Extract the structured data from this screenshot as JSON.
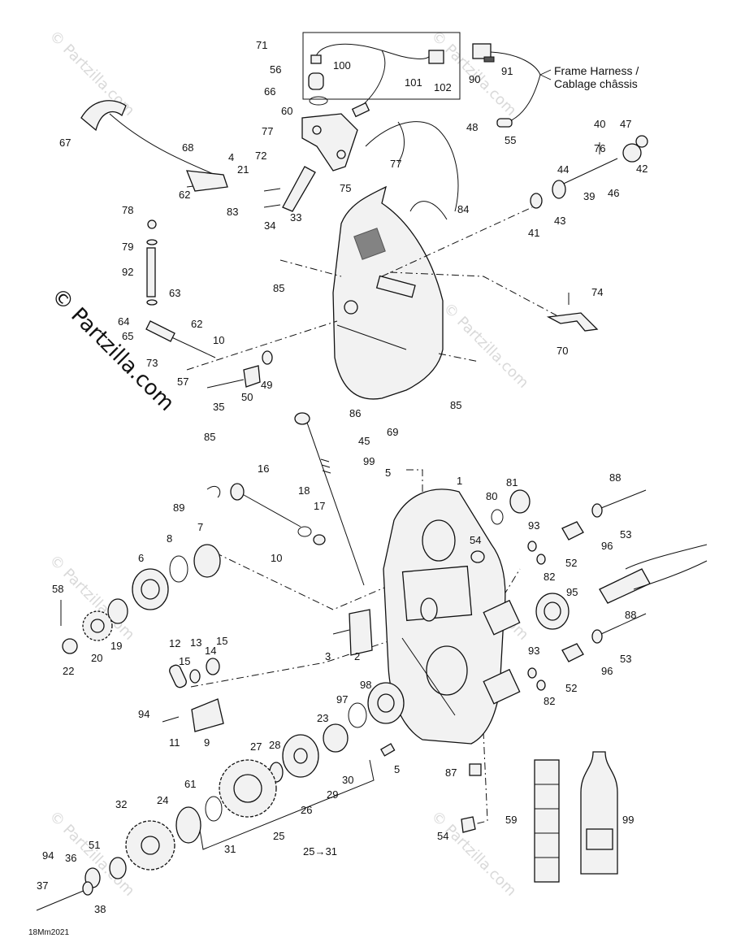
{
  "watermark": {
    "side_text": "© Partzilla.com",
    "repeat_text": "© Partzilla.com"
  },
  "harness_note": {
    "line1": "Frame Harness /",
    "line2": "Cablage châssis"
  },
  "diagram_code": "18Mm2021",
  "callouts": [
    "71",
    "100",
    "101",
    "102",
    "90",
    "91",
    "56",
    "66",
    "60",
    "77",
    "72",
    "77",
    "67",
    "68",
    "4",
    "21",
    "62",
    "83",
    "75",
    "33",
    "34",
    "48",
    "55",
    "40",
    "47",
    "76",
    "42",
    "44",
    "39",
    "46",
    "43",
    "41",
    "84",
    "78",
    "79",
    "92",
    "85",
    "63",
    "64",
    "65",
    "62",
    "10",
    "73",
    "57",
    "35",
    "50",
    "49",
    "74",
    "70",
    "85",
    "69",
    "85",
    "86",
    "45",
    "99",
    "16",
    "18",
    "17",
    "10",
    "89",
    "5",
    "1",
    "81",
    "80",
    "88",
    "54",
    "93",
    "53",
    "96",
    "52",
    "82",
    "7",
    "8",
    "6",
    "58",
    "20",
    "22",
    "19",
    "95",
    "3",
    "2",
    "12",
    "13",
    "14",
    "15",
    "15",
    "88",
    "93",
    "53",
    "96",
    "82",
    "52",
    "98",
    "97",
    "94",
    "11",
    "9",
    "23",
    "27",
    "28",
    "30",
    "29",
    "26",
    "5",
    "87",
    "32",
    "24",
    "61",
    "25",
    "31",
    "25→31",
    "94",
    "36",
    "51",
    "37",
    "38",
    "59",
    "99",
    "54"
  ]
}
